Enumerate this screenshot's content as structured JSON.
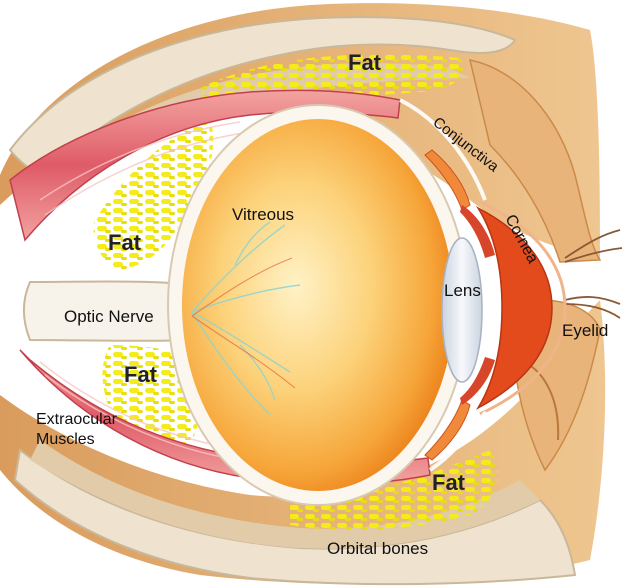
{
  "labels": {
    "fat_top": "Fat",
    "fat_left_upper": "Fat",
    "fat_left_lower": "Fat",
    "fat_bottom": "Fat",
    "vitreous": "Vitreous",
    "optic_nerve": "Optic Nerve",
    "extraocular_line1": "Extraocular",
    "extraocular_line2": "Muscles",
    "conjunctiva": "Conjunctiva",
    "cornea": "Cornea",
    "lens": "Lens",
    "eyelid": "Eyelid",
    "orbital_bones": "Orbital bones"
  },
  "colors": {
    "background": "#ffffff",
    "skin": "#e7b77a",
    "skin_dark": "#c98a4a",
    "bone": "#efe3cf",
    "bone_dark": "#c9b79a",
    "fat": "#f4ec18",
    "muscle": "#e0596a",
    "muscle_light": "#f4a9a9",
    "sclera": "#fbf6ee",
    "vitreous_center": "#fde7a6",
    "vitreous_edge": "#f08a1c",
    "cornea": "#e34a1c",
    "iris": "#d7452a",
    "lens": "#e9eef5",
    "nerve": "#f7f2ea"
  }
}
